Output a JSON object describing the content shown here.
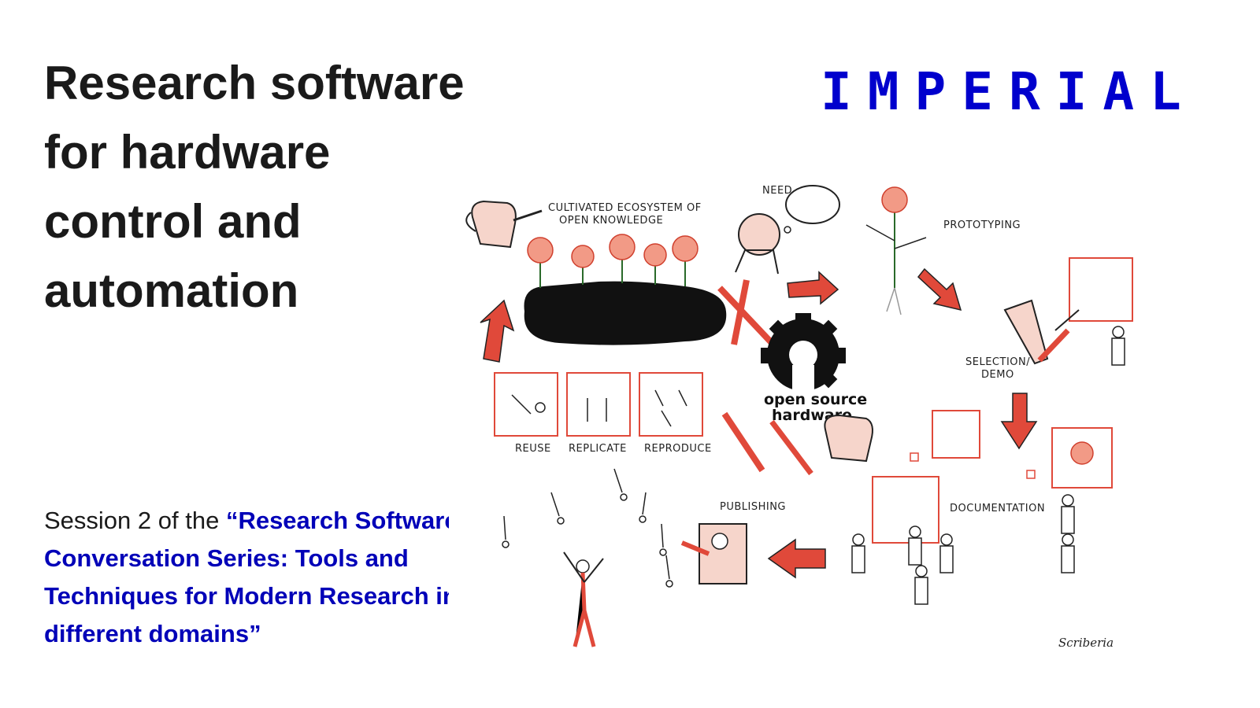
{
  "slide": {
    "title_lines": [
      "Research software",
      "for hardware",
      "control and",
      "automation"
    ],
    "logo_text": "IMPERIAL",
    "subtitle_prefix": "Session 2 of the ",
    "subtitle_series": "“Research Software Conversation Series: Tools and Techniques for Modern Research in different domains”"
  },
  "illustration": {
    "labels": {
      "cultivated_1": "CULTIVATED ECOSYSTEM OF",
      "cultivated_2": "OPEN KNOWLEDGE",
      "need": "NEED",
      "prototyping": "PROTOTYPING",
      "selection_1": "SELECTION/",
      "selection_2": "DEMO",
      "oshw_1": "open source",
      "oshw_2": "hardware",
      "reuse": "REUSE",
      "replicate": "REPLICATE",
      "reproduce": "REPRODUCE",
      "publishing": "PUBLISHING",
      "documentation": "DOCUMENTATION",
      "signature": "Scriberia"
    }
  },
  "colors": {
    "title": "#1a1a1a",
    "logo_blue": "#0000cd",
    "series_blue": "#0000b8",
    "accent_red": "#e0493a",
    "pale_pink": "#f6d5cb"
  }
}
